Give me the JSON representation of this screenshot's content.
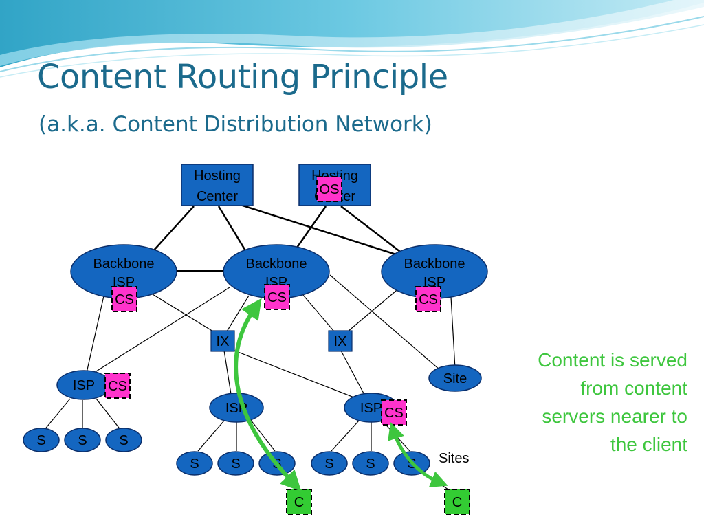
{
  "slide": {
    "title": "Content Routing Principle",
    "subtitle": "(a.k.a. Content Distribution Network)",
    "note_lines": [
      "Content is served",
      "from content",
      "servers nearer to",
      "the client"
    ]
  },
  "colors": {
    "title": "#1b6a8c",
    "node_fill": "#1466c0",
    "node_stroke": "#0b2f6b",
    "content_server": "#ff33cc",
    "origin_server": "#ff33cc",
    "client": "#33cc33",
    "arrow": "#3ec63e"
  },
  "diagram": {
    "hosting_centers": [
      {
        "id": "hc1",
        "lines": [
          "Hosting",
          "Center"
        ]
      },
      {
        "id": "hc2",
        "lines": [
          "Hosting",
          "Center"
        ],
        "tag": "OS"
      }
    ],
    "backbone_isps": [
      {
        "id": "b1",
        "lines": [
          "Backbone",
          "ISP"
        ],
        "tag": "CS"
      },
      {
        "id": "b2",
        "lines": [
          "Backbone",
          "ISP"
        ],
        "tag": "CS"
      },
      {
        "id": "b3",
        "lines": [
          "Backbone",
          "ISP"
        ],
        "tag": "CS"
      }
    ],
    "exchanges": [
      {
        "id": "ix1",
        "label": "IX"
      },
      {
        "id": "ix2",
        "label": "IX"
      }
    ],
    "isps": [
      {
        "id": "isp1",
        "label": "ISP",
        "tag": "CS"
      },
      {
        "id": "isp2",
        "label": "ISP"
      },
      {
        "id": "isp3",
        "label": "ISP",
        "tag": "CS"
      }
    ],
    "site": {
      "label": "Site"
    },
    "sites_caption": "Sites",
    "servers_label": "S",
    "clients": [
      {
        "id": "c1",
        "label": "C"
      },
      {
        "id": "c2",
        "label": "C"
      }
    ]
  }
}
